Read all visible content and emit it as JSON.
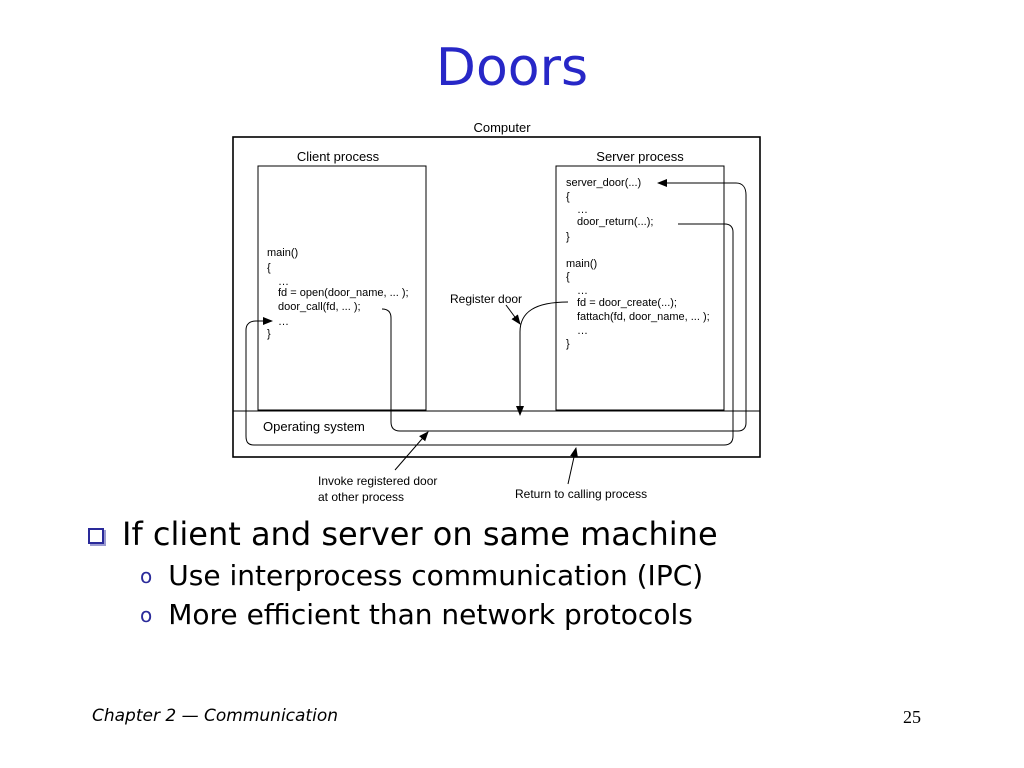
{
  "slide": {
    "title": "Doors",
    "page_number": "25",
    "footer": {
      "chapter": "Chapter 2",
      "dash": "—",
      "topic": "Communication"
    }
  },
  "diagram": {
    "computer_label": "Computer",
    "client_label": "Client process",
    "server_label": "Server process",
    "os_label": "Operating system",
    "register_door_label": "Register door",
    "invoke_label_line1": "Invoke registered door",
    "invoke_label_line2": "at other process",
    "return_label": "Return to calling process",
    "client_code": [
      "main()",
      "{",
      "…",
      "fd = open(door_name, ... );",
      "door_call(fd, ... );",
      "…",
      "}"
    ],
    "server_code": [
      "server_door(...)",
      "{",
      "…",
      "door_return(...);",
      "}",
      "main()",
      "{",
      "…",
      "fd = door_create(...);",
      "fattach(fd, door_name, ... );",
      "…",
      "}"
    ]
  },
  "bullets": [
    {
      "text": "If client and server on same machine",
      "sub": [
        "Use interprocess communication (IPC)",
        "More efficient than network protocols"
      ]
    }
  ]
}
